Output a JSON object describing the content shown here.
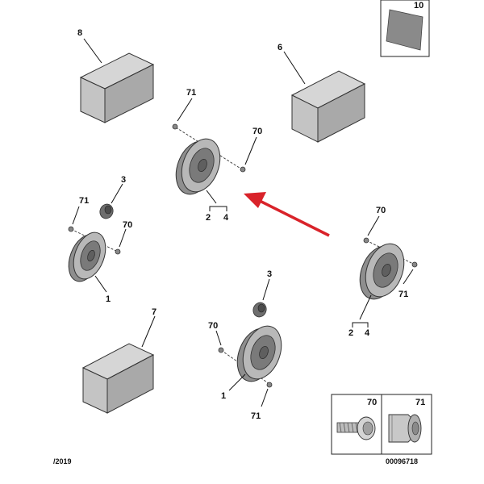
{
  "callouts": {
    "c8": "8",
    "c10": "10",
    "c6": "6",
    "c71_top": "71",
    "c70_top": "70",
    "c3_left": "3",
    "c71_left": "71",
    "c70_left": "70",
    "c2_top": "2",
    "c4_top": "4",
    "c1_left": "1",
    "c70_right": "70",
    "c71_right": "71",
    "c2_right": "2",
    "c4_right": "4",
    "c3_bottom": "3",
    "c7": "7",
    "c70_bottom": "70",
    "c1_bottom": "1",
    "c71_bottom": "71"
  },
  "legend": {
    "screw_ref": "70",
    "clip_ref": "71"
  },
  "footer": {
    "date": "/2019",
    "ref_number": "00096718"
  },
  "colors": {
    "arrow": "#d9232a",
    "box_front": "#c4c4c4",
    "speaker_body": "#8e8e8e"
  },
  "icons": {
    "screw": "screw-icon",
    "clip": "clip-icon",
    "arrow": "red-arrow"
  }
}
